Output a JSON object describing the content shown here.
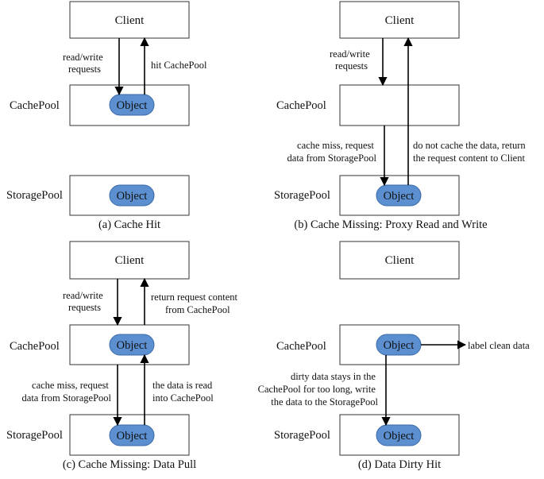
{
  "panels": [
    {
      "caption": "(a) Cache Hit",
      "client_label": "Client",
      "cachepool_label": "CachePool",
      "storagepool_label": "StoragePool",
      "object_label": "Object",
      "notes": {
        "read_write": [
          "read/write",
          "requests"
        ],
        "hit": [
          "hit CachePool"
        ]
      }
    },
    {
      "caption": "(b) Cache Missing: Proxy Read and Write",
      "client_label": "Client",
      "cachepool_label": "CachePool",
      "storagepool_label": "StoragePool",
      "object_label": "Object",
      "notes": {
        "read_write": [
          "read/write",
          "requests"
        ],
        "cache_miss": [
          "cache miss, request",
          "data from StoragePool"
        ],
        "do_not_cache": [
          "do not cache the data, return",
          "the request content to Client"
        ]
      }
    },
    {
      "caption": "(c) Cache Missing: Data Pull",
      "client_label": "Client",
      "cachepool_label": "CachePool",
      "storagepool_label": "StoragePool",
      "object_label": "Object",
      "notes": {
        "read_write": [
          "read/write",
          "requests"
        ],
        "return_content": [
          "return request content",
          "from CachePool"
        ],
        "cache_miss": [
          "cache miss, request",
          "data from StoragePool"
        ],
        "data_read": [
          "the data is read",
          "into CachePool"
        ]
      }
    },
    {
      "caption": "(d) Data Dirty Hit",
      "client_label": "Client",
      "cachepool_label": "CachePool",
      "storagepool_label": "StoragePool",
      "object_label": "Object",
      "notes": {
        "label_clean": [
          "label clean data"
        ],
        "dirty_data": [
          "dirty data stays in the",
          "CachePool for too long, write",
          "the data to the StoragePool"
        ]
      }
    }
  ],
  "colors": {
    "object_fill": "#5b8fcf",
    "box_stroke": "#333333",
    "arrow": "#000000"
  }
}
